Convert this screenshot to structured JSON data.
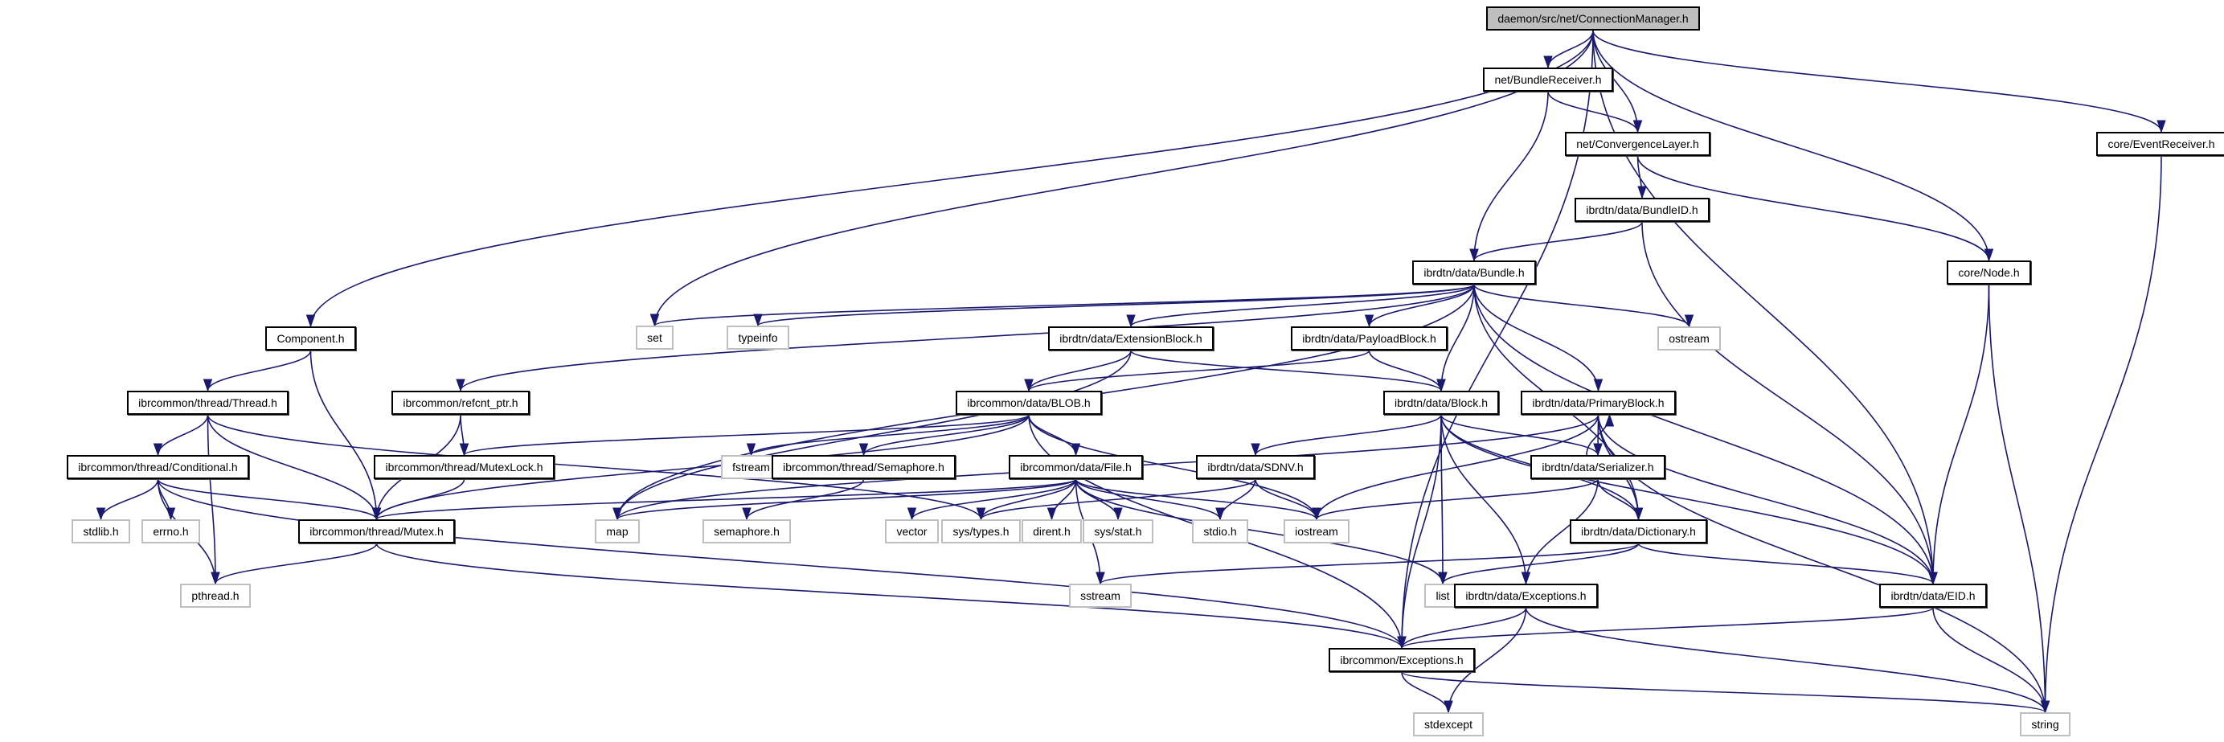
{
  "graph": {
    "title": "daemon/src/net/ConnectionManager.h",
    "edge_color": "#191970",
    "root_fill": "#bfbfbf",
    "external_border": "#bfbfbf",
    "nodes": [
      {
        "id": "cm",
        "label": "daemon/src/net/ConnectionManager.h",
        "kind": "root"
      },
      {
        "id": "bundlereceiver",
        "label": "net/BundleReceiver.h",
        "kind": "internal"
      },
      {
        "id": "convergence",
        "label": "net/ConvergenceLayer.h",
        "kind": "internal"
      },
      {
        "id": "eventreceiver",
        "label": "core/EventReceiver.h",
        "kind": "internal"
      },
      {
        "id": "bundleid",
        "label": "ibrdtn/data/BundleID.h",
        "kind": "internal"
      },
      {
        "id": "bundle",
        "label": "ibrdtn/data/Bundle.h",
        "kind": "internal"
      },
      {
        "id": "node",
        "label": "core/Node.h",
        "kind": "internal"
      },
      {
        "id": "set",
        "label": "set",
        "kind": "external"
      },
      {
        "id": "typeinfo",
        "label": "typeinfo",
        "kind": "external"
      },
      {
        "id": "component",
        "label": "Component.h",
        "kind": "internal"
      },
      {
        "id": "extblock",
        "label": "ibrdtn/data/ExtensionBlock.h",
        "kind": "internal"
      },
      {
        "id": "payload",
        "label": "ibrdtn/data/PayloadBlock.h",
        "kind": "internal"
      },
      {
        "id": "ostream",
        "label": "ostream",
        "kind": "external"
      },
      {
        "id": "thread",
        "label": "ibrcommon/thread/Thread.h",
        "kind": "internal"
      },
      {
        "id": "refcnt",
        "label": "ibrcommon/refcnt_ptr.h",
        "kind": "internal"
      },
      {
        "id": "blob",
        "label": "ibrcommon/data/BLOB.h",
        "kind": "internal"
      },
      {
        "id": "block",
        "label": "ibrdtn/data/Block.h",
        "kind": "internal"
      },
      {
        "id": "primary",
        "label": "ibrdtn/data/PrimaryBlock.h",
        "kind": "internal"
      },
      {
        "id": "conditional",
        "label": "ibrcommon/thread/Conditional.h",
        "kind": "internal"
      },
      {
        "id": "mutexlock",
        "label": "ibrcommon/thread/MutexLock.h",
        "kind": "internal"
      },
      {
        "id": "fstream",
        "label": "fstream",
        "kind": "external"
      },
      {
        "id": "semaphore",
        "label": "ibrcommon/thread/Semaphore.h",
        "kind": "internal"
      },
      {
        "id": "file",
        "label": "ibrcommon/data/File.h",
        "kind": "internal"
      },
      {
        "id": "sdnv",
        "label": "ibrdtn/data/SDNV.h",
        "kind": "internal"
      },
      {
        "id": "serializer",
        "label": "ibrdtn/data/Serializer.h",
        "kind": "internal"
      },
      {
        "id": "stdlib",
        "label": "stdlib.h",
        "kind": "external"
      },
      {
        "id": "errno",
        "label": "errno.h",
        "kind": "external"
      },
      {
        "id": "mutex",
        "label": "ibrcommon/thread/Mutex.h",
        "kind": "internal"
      },
      {
        "id": "map",
        "label": "map",
        "kind": "external"
      },
      {
        "id": "semaphoreh",
        "label": "semaphore.h",
        "kind": "external"
      },
      {
        "id": "vector",
        "label": "vector",
        "kind": "external"
      },
      {
        "id": "systypes",
        "label": "sys/types.h",
        "kind": "external"
      },
      {
        "id": "dirent",
        "label": "dirent.h",
        "kind": "external"
      },
      {
        "id": "sysstat",
        "label": "sys/stat.h",
        "kind": "external"
      },
      {
        "id": "stdio",
        "label": "stdio.h",
        "kind": "external"
      },
      {
        "id": "iostream",
        "label": "iostream",
        "kind": "external"
      },
      {
        "id": "dictionary",
        "label": "ibrdtn/data/Dictionary.h",
        "kind": "internal"
      },
      {
        "id": "eid",
        "label": "ibrdtn/data/EID.h",
        "kind": "internal"
      },
      {
        "id": "pthread",
        "label": "pthread.h",
        "kind": "external"
      },
      {
        "id": "sstream",
        "label": "sstream",
        "kind": "external"
      },
      {
        "id": "list",
        "label": "list",
        "kind": "external"
      },
      {
        "id": "dtnexc",
        "label": "ibrdtn/data/Exceptions.h",
        "kind": "internal"
      },
      {
        "id": "exceptions",
        "label": "ibrcommon/Exceptions.h",
        "kind": "internal"
      },
      {
        "id": "stdexcept",
        "label": "stdexcept",
        "kind": "external"
      },
      {
        "id": "string",
        "label": "string",
        "kind": "external"
      }
    ],
    "edges": [
      [
        "cm",
        "bundlereceiver"
      ],
      [
        "cm",
        "convergence"
      ],
      [
        "cm",
        "node"
      ],
      [
        "cm",
        "eventreceiver"
      ],
      [
        "cm",
        "eid"
      ],
      [
        "cm",
        "set"
      ],
      [
        "cm",
        "component"
      ],
      [
        "cm",
        "exceptions"
      ],
      [
        "bundlereceiver",
        "convergence"
      ],
      [
        "bundlereceiver",
        "bundle"
      ],
      [
        "convergence",
        "bundleid"
      ],
      [
        "convergence",
        "node"
      ],
      [
        "bundleid",
        "bundle"
      ],
      [
        "bundleid",
        "eid"
      ],
      [
        "eventreceiver",
        "string"
      ],
      [
        "node",
        "eid"
      ],
      [
        "node",
        "string"
      ],
      [
        "bundle",
        "set"
      ],
      [
        "bundle",
        "typeinfo"
      ],
      [
        "bundle",
        "refcnt"
      ],
      [
        "bundle",
        "extblock"
      ],
      [
        "bundle",
        "payload"
      ],
      [
        "bundle",
        "block"
      ],
      [
        "bundle",
        "primary"
      ],
      [
        "bundle",
        "ostream"
      ],
      [
        "bundle",
        "eid"
      ],
      [
        "bundle",
        "map"
      ],
      [
        "bundle",
        "dictionary"
      ],
      [
        "component",
        "thread"
      ],
      [
        "component",
        "mutex"
      ],
      [
        "extblock",
        "blob"
      ],
      [
        "extblock",
        "block"
      ],
      [
        "extblock",
        "map"
      ],
      [
        "payload",
        "blob"
      ],
      [
        "payload",
        "block"
      ],
      [
        "refcnt",
        "mutexlock"
      ],
      [
        "refcnt",
        "mutex"
      ],
      [
        "thread",
        "conditional"
      ],
      [
        "thread",
        "mutex"
      ],
      [
        "thread",
        "pthread"
      ],
      [
        "thread",
        "systypes"
      ],
      [
        "conditional",
        "stdlib"
      ],
      [
        "conditional",
        "errno"
      ],
      [
        "conditional",
        "pthread"
      ],
      [
        "conditional",
        "mutex"
      ],
      [
        "conditional",
        "exceptions"
      ],
      [
        "mutexlock",
        "mutex"
      ],
      [
        "mutex",
        "pthread"
      ],
      [
        "mutex",
        "exceptions"
      ],
      [
        "blob",
        "mutexlock"
      ],
      [
        "blob",
        "mutex"
      ],
      [
        "blob",
        "fstream"
      ],
      [
        "blob",
        "semaphore"
      ],
      [
        "blob",
        "file"
      ],
      [
        "blob",
        "iostream"
      ],
      [
        "blob",
        "exceptions"
      ],
      [
        "semaphore",
        "semaphoreh"
      ],
      [
        "file",
        "vector"
      ],
      [
        "file",
        "systypes"
      ],
      [
        "file",
        "dirent"
      ],
      [
        "file",
        "sysstat"
      ],
      [
        "file",
        "stdio"
      ],
      [
        "file",
        "iostream"
      ],
      [
        "file",
        "list"
      ],
      [
        "file",
        "map"
      ],
      [
        "file",
        "mutex"
      ],
      [
        "file",
        "sstream"
      ],
      [
        "block",
        "sdnv"
      ],
      [
        "block",
        "serializer"
      ],
      [
        "block",
        "dictionary"
      ],
      [
        "block",
        "eid"
      ],
      [
        "block",
        "list"
      ],
      [
        "block",
        "exceptions"
      ],
      [
        "block",
        "dtnexc"
      ],
      [
        "sdnv",
        "stdio"
      ],
      [
        "sdnv",
        "iostream"
      ],
      [
        "sdnv",
        "systypes"
      ],
      [
        "primary",
        "serializer"
      ],
      [
        "primary",
        "dictionary"
      ],
      [
        "primary",
        "eid"
      ],
      [
        "primary",
        "iostream"
      ],
      [
        "primary",
        "string"
      ],
      [
        "primary",
        "map"
      ],
      [
        "serializer",
        "primary"
      ],
      [
        "serializer",
        "dictionary"
      ],
      [
        "serializer",
        "iostream"
      ],
      [
        "serializer",
        "dtnexc"
      ],
      [
        "dictionary",
        "eid"
      ],
      [
        "dictionary",
        "list"
      ],
      [
        "dictionary",
        "sstream"
      ],
      [
        "eid",
        "exceptions"
      ],
      [
        "eid",
        "string"
      ],
      [
        "dtnexc",
        "exceptions"
      ],
      [
        "dtnexc",
        "stdexcept"
      ],
      [
        "dtnexc",
        "string"
      ],
      [
        "exceptions",
        "stdexcept"
      ],
      [
        "exceptions",
        "string"
      ]
    ]
  }
}
